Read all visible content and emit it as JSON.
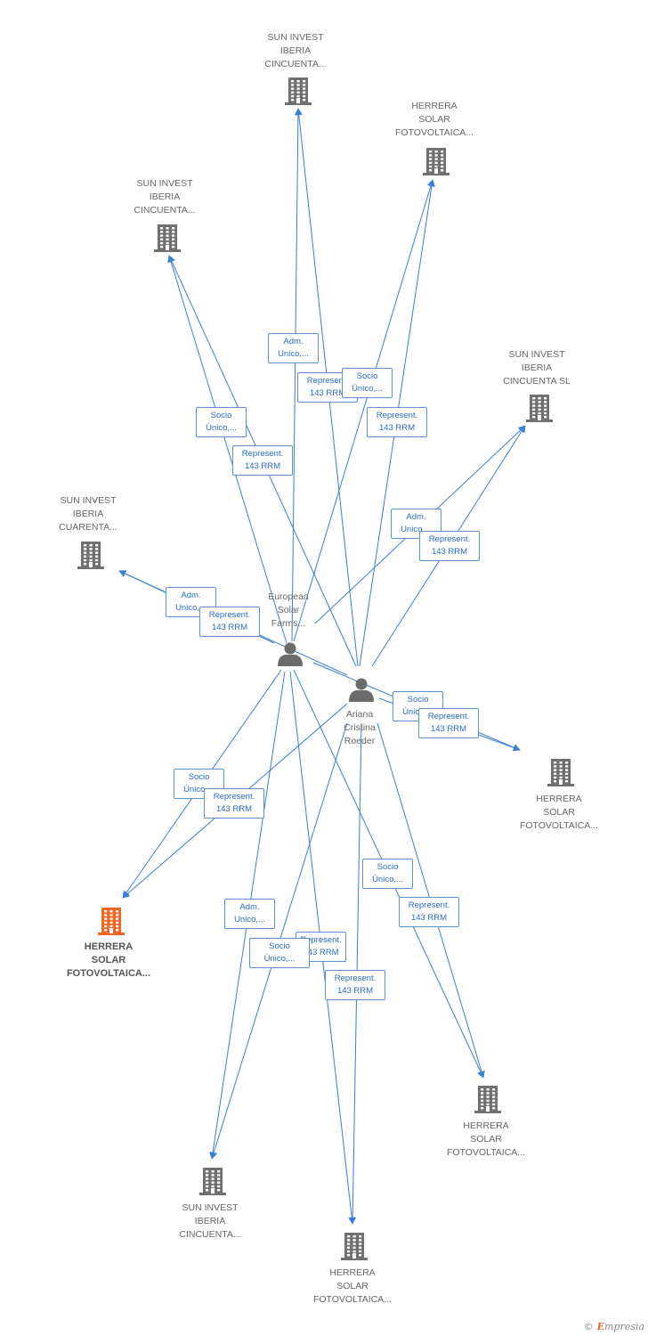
{
  "colors": {
    "edge": "#3a7fd8",
    "company_icon": "#707070",
    "focus_icon": "#f26522",
    "person_icon": "#6b6b6b",
    "label_text": "#666666",
    "rel_border": "#5b8fd6",
    "rel_text": "#2a6cc4"
  },
  "nodes": [
    {
      "id": "n1",
      "kind": "company",
      "label": "SUN INVEST\nIBERIA\nCINCUENTA..."
    },
    {
      "id": "n2",
      "kind": "company",
      "label": "HERRERA\nSOLAR\nFOTOVOLTAICA..."
    },
    {
      "id": "n3",
      "kind": "company",
      "label": "SUN INVEST\nIBERIA\nCINCUENTA..."
    },
    {
      "id": "n4",
      "kind": "company",
      "label": "SUN INVEST\nIBERIA\nCINCUENTA SL"
    },
    {
      "id": "n5",
      "kind": "company",
      "label": "SUN INVEST\nIBERIA\nCUARENTA..."
    },
    {
      "id": "p1",
      "kind": "person",
      "label": "European\nSolar\nFarms..."
    },
    {
      "id": "p2",
      "kind": "person",
      "label": "Ariana\nCristina\nRoeder"
    },
    {
      "id": "n6",
      "kind": "company",
      "label": "HERRERA\nSOLAR\nFOTOVOLTAICA..."
    },
    {
      "id": "n7",
      "kind": "focus",
      "label": "HERRERA\nSOLAR\nFOTOVOLTAICA..."
    },
    {
      "id": "n8",
      "kind": "company",
      "label": "HERRERA\nSOLAR\nFOTOVOLTAICA..."
    },
    {
      "id": "n9",
      "kind": "company",
      "label": "SUN INVEST\nIBERIA\nCINCUENTA..."
    },
    {
      "id": "n10",
      "kind": "company",
      "label": "HERRERA\nSOLAR\nFOTOVOLTAICA..."
    }
  ],
  "edges": [
    {
      "from": "p1",
      "to": "n1",
      "label": "Adm.\nUnico,..."
    },
    {
      "from": "p2",
      "to": "n1",
      "label": "Represent.\n143 RRM"
    },
    {
      "from": "p1",
      "to": "n2",
      "label": "Socio\nÚnico,..."
    },
    {
      "from": "p2",
      "to": "n2",
      "label": "Represent.\n143 RRM"
    },
    {
      "from": "p1",
      "to": "n3",
      "label": "Socio\nÚnico,..."
    },
    {
      "from": "p2",
      "to": "n3",
      "label": "Represent.\n143 RRM"
    },
    {
      "from": "p1",
      "to": "n4",
      "label": "Adm.\nUnico,..."
    },
    {
      "from": "p2",
      "to": "n4",
      "label": "Represent.\n143 RRM"
    },
    {
      "from": "p1",
      "to": "n5",
      "label": "Adm.\nUnico,..."
    },
    {
      "from": "p2",
      "to": "n5",
      "label": "Represent.\n143 RRM"
    },
    {
      "from": "p1",
      "to": "n6",
      "label": "Socio\nÚnico,..."
    },
    {
      "from": "p2",
      "to": "n6",
      "label": "Represent.\n143 RRM"
    },
    {
      "from": "p1",
      "to": "n7",
      "label": "Socio\nÚnico,..."
    },
    {
      "from": "p2",
      "to": "n7",
      "label": "Represent.\n143 RRM"
    },
    {
      "from": "p1",
      "to": "n8",
      "label": "Socio\nÚnico,..."
    },
    {
      "from": "p2",
      "to": "n8",
      "label": "Represent.\n143 RRM"
    },
    {
      "from": "p1",
      "to": "n9",
      "label": "Adm.\nUnico,..."
    },
    {
      "from": "p2",
      "to": "n9",
      "label": "Represent.\n143 RRM"
    },
    {
      "from": "p1",
      "to": "n10",
      "label": "Socio\nÚnico,..."
    },
    {
      "from": "p2",
      "to": "n10",
      "label": "Represent.\n143 RRM"
    }
  ],
  "watermark": {
    "copyright": "©",
    "brand_first": "E",
    "brand_rest": "mpresia"
  }
}
